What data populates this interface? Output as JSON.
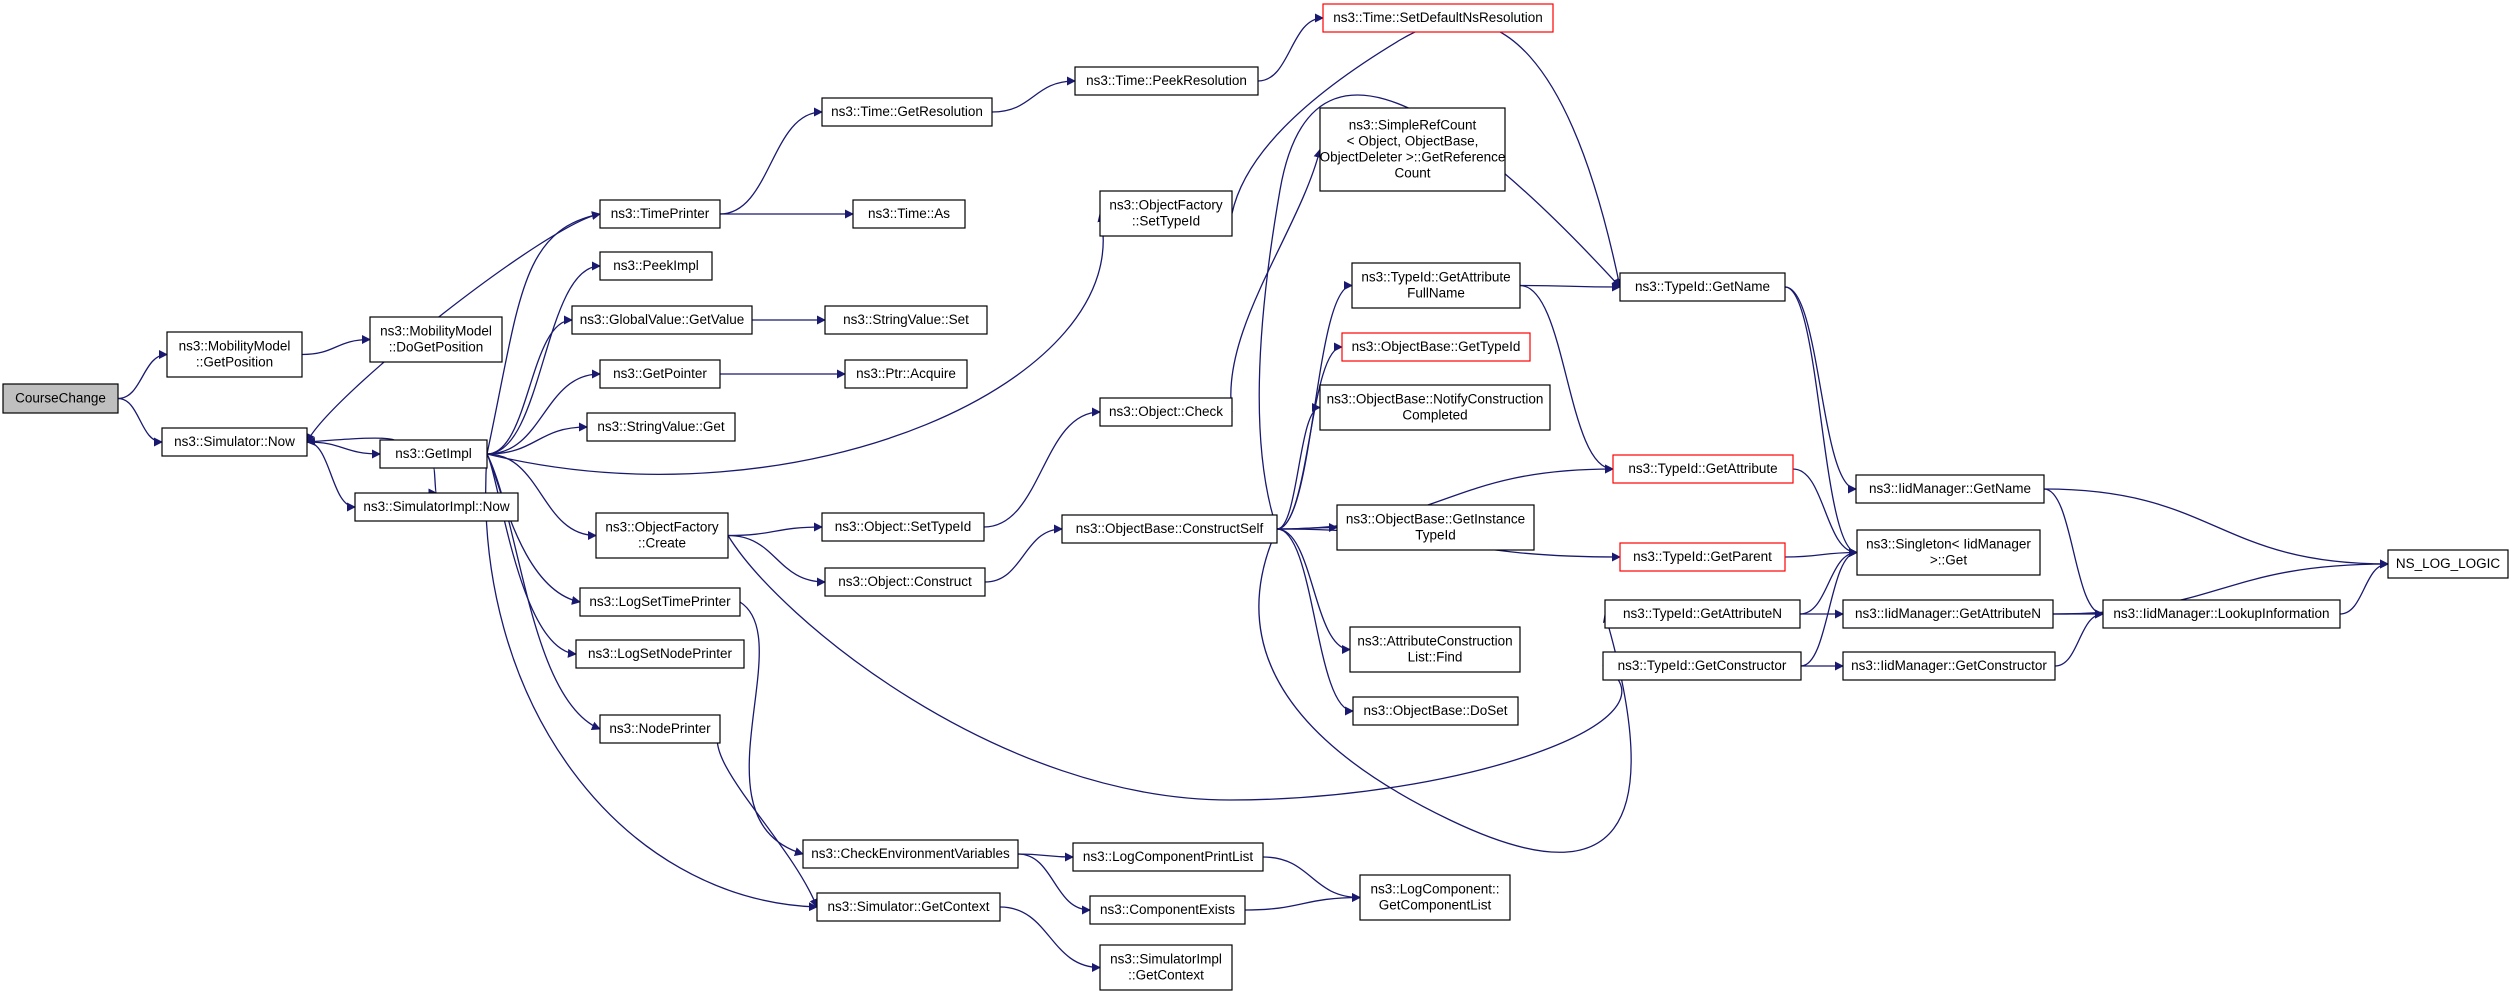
{
  "graph": {
    "colors": {
      "edge": "#191970",
      "node_border": "#000000",
      "node_fill": "#ffffff",
      "root_fill": "#bfbfbf",
      "truncated_border": "#ff0000"
    },
    "nodes": [
      {
        "id": "coursechange",
        "lines": [
          "CourseChange"
        ],
        "root": true
      },
      {
        "id": "mm_getposition",
        "lines": [
          "ns3::MobilityModel",
          "::GetPosition"
        ]
      },
      {
        "id": "sim_now",
        "lines": [
          "ns3::Simulator::Now"
        ]
      },
      {
        "id": "mm_dogetposition",
        "lines": [
          "ns3::MobilityModel",
          "::DoGetPosition"
        ]
      },
      {
        "id": "getimpl",
        "lines": [
          "ns3::GetImpl"
        ]
      },
      {
        "id": "simimpl_now",
        "lines": [
          "ns3::SimulatorImpl::Now"
        ]
      },
      {
        "id": "timeprinter",
        "lines": [
          "ns3::TimePrinter"
        ]
      },
      {
        "id": "peekimpl",
        "lines": [
          "ns3::PeekImpl"
        ]
      },
      {
        "id": "gv_getvalue",
        "lines": [
          "ns3::GlobalValue::GetValue"
        ]
      },
      {
        "id": "getpointer",
        "lines": [
          "ns3::GetPointer"
        ]
      },
      {
        "id": "stringvalue_get",
        "lines": [
          "ns3::StringValue::Get"
        ]
      },
      {
        "id": "of_create",
        "lines": [
          "ns3::ObjectFactory",
          "::Create"
        ]
      },
      {
        "id": "logsettimeprinter",
        "lines": [
          "ns3::LogSetTimePrinter"
        ]
      },
      {
        "id": "logsetnodeprinter",
        "lines": [
          "ns3::LogSetNodePrinter"
        ]
      },
      {
        "id": "nodeprinter",
        "lines": [
          "ns3::NodePrinter"
        ]
      },
      {
        "id": "time_getresolution",
        "lines": [
          "ns3::Time::GetResolution"
        ]
      },
      {
        "id": "time_as",
        "lines": [
          "ns3::Time::As"
        ]
      },
      {
        "id": "stringvalue_set",
        "lines": [
          "ns3::StringValue::Set"
        ]
      },
      {
        "id": "ptr_acquire",
        "lines": [
          "ns3::Ptr::Acquire"
        ]
      },
      {
        "id": "obj_settypeid",
        "lines": [
          "ns3::Object::SetTypeId"
        ]
      },
      {
        "id": "obj_construct",
        "lines": [
          "ns3::Object::Construct"
        ]
      },
      {
        "id": "checkenv",
        "lines": [
          "ns3::CheckEnvironmentVariables"
        ]
      },
      {
        "id": "sim_getcontext",
        "lines": [
          "ns3::Simulator::GetContext"
        ]
      },
      {
        "id": "time_peekresolution",
        "lines": [
          "ns3::Time::PeekResolution"
        ]
      },
      {
        "id": "time_setdefault",
        "lines": [
          "ns3::Time::SetDefaultNsResolution"
        ],
        "truncated": true
      },
      {
        "id": "of_settypeid",
        "lines": [
          "ns3::ObjectFactory",
          "::SetTypeId"
        ]
      },
      {
        "id": "obj_check",
        "lines": [
          "ns3::Object::Check"
        ]
      },
      {
        "id": "ob_constructself",
        "lines": [
          "ns3::ObjectBase::ConstructSelf"
        ]
      },
      {
        "id": "logcomponentprintlist",
        "lines": [
          "ns3::LogComponentPrintList"
        ]
      },
      {
        "id": "componentexists",
        "lines": [
          "ns3::ComponentExists"
        ]
      },
      {
        "id": "simimpl_getcontext",
        "lines": [
          "ns3::SimulatorImpl",
          "::GetContext"
        ]
      },
      {
        "id": "simplerefcount",
        "lines": [
          "ns3::SimpleRefCount",
          "< Object, ObjectBase,",
          "ObjectDeleter >::GetReference",
          "Count"
        ]
      },
      {
        "id": "typeid_getattributefullname",
        "lines": [
          "ns3::TypeId::GetAttribute",
          "FullName"
        ]
      },
      {
        "id": "ob_gettypeid",
        "lines": [
          "ns3::ObjectBase::GetTypeId"
        ],
        "truncated": true
      },
      {
        "id": "ob_notifyconstruction",
        "lines": [
          "ns3::ObjectBase::NotifyConstruction",
          "Completed"
        ]
      },
      {
        "id": "ob_getinstancetypeid",
        "lines": [
          "ns3::ObjectBase::GetInstance",
          "TypeId"
        ]
      },
      {
        "id": "attrconstructionlist_find",
        "lines": [
          "ns3::AttributeConstruction",
          "List::Find"
        ]
      },
      {
        "id": "ob_doset",
        "lines": [
          "ns3::ObjectBase::DoSet"
        ]
      },
      {
        "id": "logcomponent_getlist",
        "lines": [
          "ns3::LogComponent::",
          "GetComponentList"
        ]
      },
      {
        "id": "typeid_getname",
        "lines": [
          "ns3::TypeId::GetName"
        ]
      },
      {
        "id": "typeid_getattribute",
        "lines": [
          "ns3::TypeId::GetAttribute"
        ],
        "truncated": true
      },
      {
        "id": "typeid_getparent",
        "lines": [
          "ns3::TypeId::GetParent"
        ],
        "truncated": true
      },
      {
        "id": "typeid_getattributen",
        "lines": [
          "ns3::TypeId::GetAttributeN"
        ]
      },
      {
        "id": "typeid_getconstructor",
        "lines": [
          "ns3::TypeId::GetConstructor"
        ]
      },
      {
        "id": "iidmanager_getname",
        "lines": [
          "ns3::IidManager::GetName"
        ]
      },
      {
        "id": "singleton_get",
        "lines": [
          "ns3::Singleton< IidManager",
          ">::Get"
        ]
      },
      {
        "id": "iidmanager_getattributen",
        "lines": [
          "ns3::IidManager::GetAttributeN"
        ]
      },
      {
        "id": "iidmanager_getconstructor",
        "lines": [
          "ns3::IidManager::GetConstructor"
        ]
      },
      {
        "id": "iidmanager_lookupinfo",
        "lines": [
          "ns3::IidManager::LookupInformation"
        ]
      },
      {
        "id": "ns_log_logic",
        "lines": [
          "NS_LOG_LOGIC"
        ]
      }
    ],
    "edges": [
      [
        "coursechange",
        "mm_getposition"
      ],
      [
        "coursechange",
        "sim_now"
      ],
      [
        "mm_getposition",
        "mm_dogetposition"
      ],
      [
        "sim_now",
        "getimpl"
      ],
      [
        "sim_now",
        "simimpl_now"
      ],
      [
        "getimpl",
        "sim_now"
      ],
      [
        "getimpl",
        "timeprinter"
      ],
      [
        "getimpl",
        "peekimpl"
      ],
      [
        "getimpl",
        "gv_getvalue"
      ],
      [
        "getimpl",
        "getpointer"
      ],
      [
        "getimpl",
        "stringvalue_get"
      ],
      [
        "getimpl",
        "of_create"
      ],
      [
        "getimpl",
        "logsettimeprinter"
      ],
      [
        "getimpl",
        "logsetnodeprinter"
      ],
      [
        "getimpl",
        "nodeprinter"
      ],
      [
        "getimpl",
        "simimpl_now"
      ],
      [
        "getimpl",
        "of_settypeid"
      ],
      [
        "getimpl",
        "sim_getcontext"
      ],
      [
        "timeprinter",
        "sim_now"
      ],
      [
        "timeprinter",
        "time_getresolution"
      ],
      [
        "timeprinter",
        "time_as"
      ],
      [
        "time_getresolution",
        "time_peekresolution"
      ],
      [
        "time_peekresolution",
        "time_setdefault"
      ],
      [
        "gv_getvalue",
        "stringvalue_set"
      ],
      [
        "getpointer",
        "ptr_acquire"
      ],
      [
        "of_create",
        "obj_settypeid"
      ],
      [
        "of_create",
        "obj_construct"
      ],
      [
        "of_create",
        "typeid_getconstructor"
      ],
      [
        "obj_settypeid",
        "obj_check"
      ],
      [
        "obj_construct",
        "ob_constructself"
      ],
      [
        "obj_check",
        "simplerefcount"
      ],
      [
        "of_settypeid",
        "typeid_getname"
      ],
      [
        "logsettimeprinter",
        "checkenv"
      ],
      [
        "nodeprinter",
        "sim_getcontext"
      ],
      [
        "checkenv",
        "logcomponentprintlist"
      ],
      [
        "checkenv",
        "componentexists"
      ],
      [
        "sim_getcontext",
        "simimpl_getcontext"
      ],
      [
        "logcomponentprintlist",
        "logcomponent_getlist"
      ],
      [
        "componentexists",
        "logcomponent_getlist"
      ],
      [
        "ob_constructself",
        "typeid_getattributefullname"
      ],
      [
        "ob_constructself",
        "ob_gettypeid"
      ],
      [
        "ob_constructself",
        "ob_notifyconstruction"
      ],
      [
        "ob_constructself",
        "ob_getinstancetypeid"
      ],
      [
        "ob_constructself",
        "attrconstructionlist_find"
      ],
      [
        "ob_constructself",
        "ob_doset"
      ],
      [
        "ob_constructself",
        "typeid_getname"
      ],
      [
        "ob_constructself",
        "typeid_getattribute"
      ],
      [
        "ob_constructself",
        "typeid_getparent"
      ],
      [
        "ob_constructself",
        "typeid_getattributen"
      ],
      [
        "typeid_getattributefullname",
        "typeid_getname"
      ],
      [
        "typeid_getattributefullname",
        "typeid_getattribute"
      ],
      [
        "typeid_getname",
        "iidmanager_getname"
      ],
      [
        "typeid_getname",
        "singleton_get"
      ],
      [
        "typeid_getattribute",
        "singleton_get"
      ],
      [
        "typeid_getparent",
        "singleton_get"
      ],
      [
        "typeid_getattributen",
        "singleton_get"
      ],
      [
        "typeid_getattributen",
        "iidmanager_getattributen"
      ],
      [
        "typeid_getconstructor",
        "singleton_get"
      ],
      [
        "typeid_getconstructor",
        "iidmanager_getconstructor"
      ],
      [
        "iidmanager_getname",
        "iidmanager_lookupinfo"
      ],
      [
        "iidmanager_getname",
        "ns_log_logic"
      ],
      [
        "iidmanager_getattributen",
        "iidmanager_lookupinfo"
      ],
      [
        "iidmanager_getattributen",
        "ns_log_logic"
      ],
      [
        "iidmanager_getconstructor",
        "iidmanager_lookupinfo"
      ],
      [
        "iidmanager_lookupinfo",
        "ns_log_logic"
      ]
    ]
  }
}
